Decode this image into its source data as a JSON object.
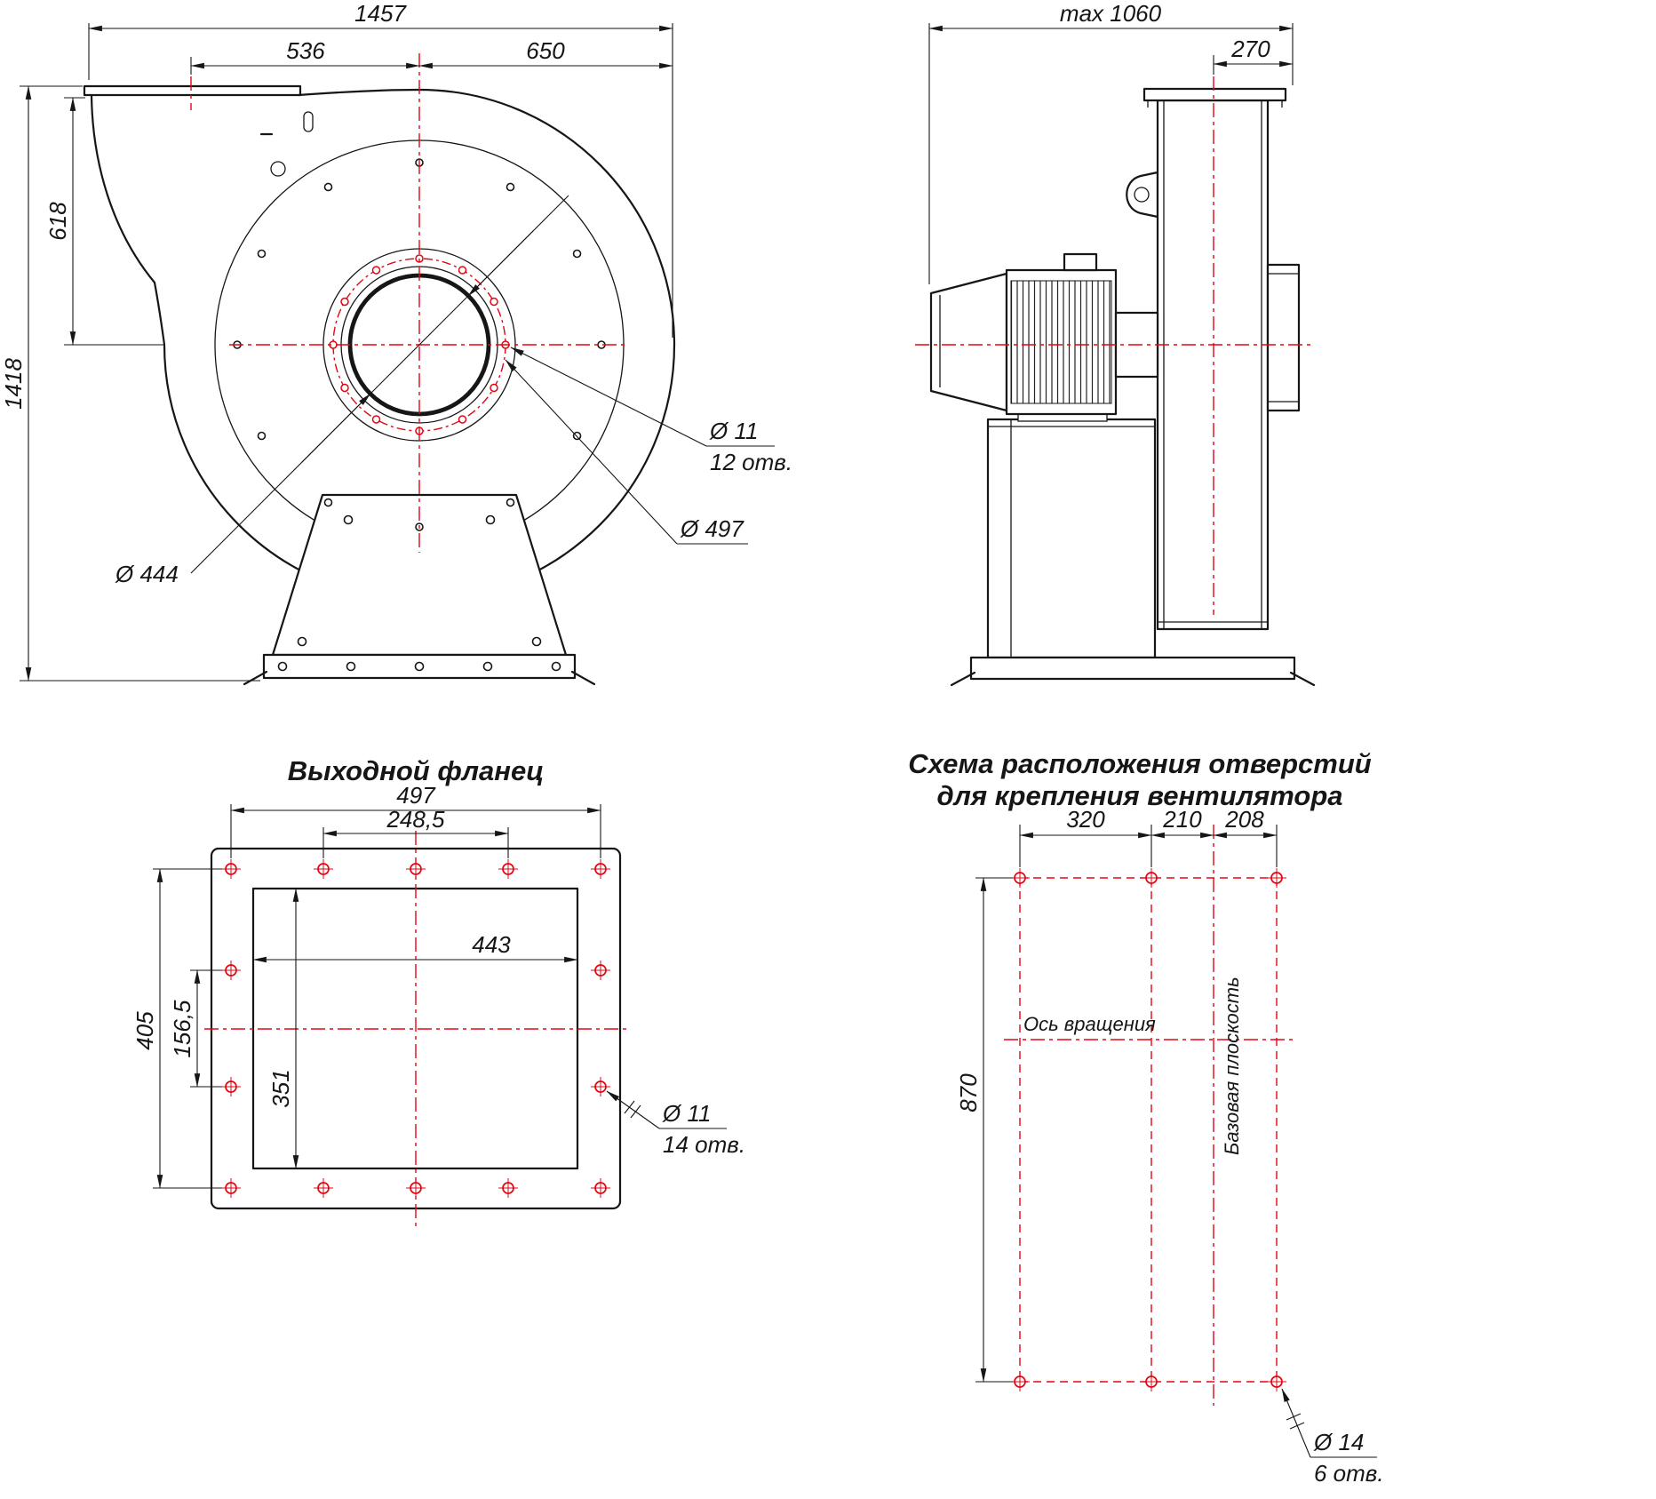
{
  "colors": {
    "line": "#161616",
    "accent_red": "#e30613",
    "background": "#ffffff"
  },
  "front_view": {
    "dims": {
      "overall_width": "1457",
      "outlet_to_axis": "536",
      "axis_to_edge": "650",
      "outlet_to_axis_v": "618",
      "overall_height": "1418",
      "inlet_diameter": "Ø 444",
      "bolt_circle_diameter": "Ø 497",
      "hole_diameter": "Ø 11",
      "hole_count": "12 отв."
    }
  },
  "side_view": {
    "dims": {
      "max_depth": "max 1060",
      "flange_depth": "270"
    }
  },
  "flange_view": {
    "title": "Выходной фланец",
    "dims": {
      "width": "497",
      "half_width": "248,5",
      "opening_width": "443",
      "height": "405",
      "half_height": "156,5",
      "opening_height": "351",
      "hole_diameter": "Ø 11",
      "hole_count": "14 отв."
    }
  },
  "mounting_view": {
    "title_line1": "Схема расположения отверстий",
    "title_line2": "для крепления вентилятора",
    "labels": {
      "rotation_axis": "Ось вращения",
      "base_plane": "Базовая  плоскость"
    },
    "dims": {
      "span_a": "320",
      "span_b": "210",
      "span_c": "208",
      "height": "870",
      "hole_diameter": "Ø 14",
      "hole_count": "6 отв."
    }
  }
}
